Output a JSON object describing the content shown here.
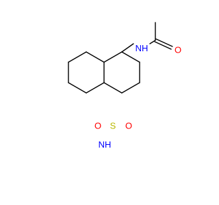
{
  "molecule": {
    "atoms": [
      {
        "id": "N1",
        "symbol": "N",
        "label": "N",
        "hydrogens": "H",
        "color": "#0000ff"
      },
      {
        "id": "O1",
        "symbol": "O",
        "label": "O",
        "color": "#ff0000"
      },
      {
        "id": "S1",
        "symbol": "S",
        "label": "S",
        "color": "#b8b800"
      },
      {
        "id": "O2",
        "symbol": "O",
        "label": "O",
        "color": "#ff0000"
      },
      {
        "id": "O3",
        "symbol": "O",
        "label": "O",
        "color": "#ff0000"
      },
      {
        "id": "N2",
        "symbol": "N",
        "label": "N",
        "hydrogens": "H",
        "color": "#0000ff"
      }
    ],
    "bond_color": "#000000"
  }
}
